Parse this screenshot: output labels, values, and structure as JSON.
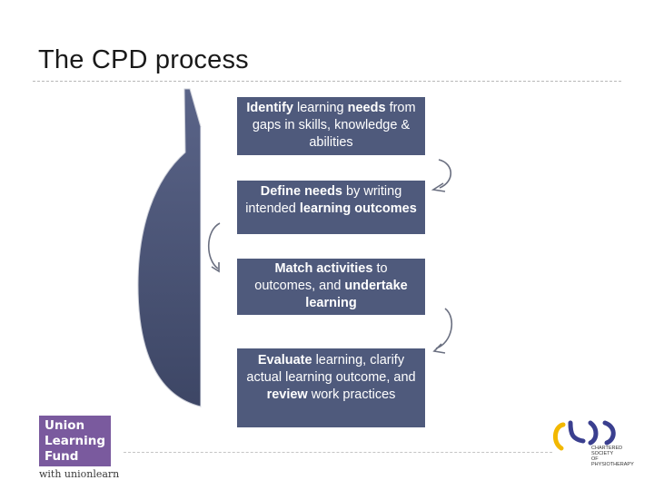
{
  "title": "The CPD process",
  "steps": [
    {
      "id": "s1",
      "runs": [
        {
          "t": "Identify",
          "b": true
        },
        {
          "t": " learning ",
          "b": false
        },
        {
          "t": "needs",
          "b": true
        },
        {
          "t": " from gaps in skills, knowledge & abilities",
          "b": false
        }
      ]
    },
    {
      "id": "s2",
      "runs": [
        {
          "t": "Define needs",
          "b": true
        },
        {
          "t": " by writing intended ",
          "b": false
        },
        {
          "t": "learning outcomes",
          "b": true
        }
      ]
    },
    {
      "id": "s3",
      "runs": [
        {
          "t": "Match activities",
          "b": true
        },
        {
          "t": " to outcomes, and ",
          "b": false
        },
        {
          "t": "undertake learning",
          "b": true
        }
      ]
    },
    {
      "id": "s4",
      "runs": [
        {
          "t": "Evaluate",
          "b": true
        },
        {
          "t": " learning, clarify actual learning outcome, and ",
          "b": false
        },
        {
          "t": "review",
          "b": true
        },
        {
          "t": " work practices",
          "b": false
        }
      ]
    }
  ],
  "logos": {
    "union_learning_fund": {
      "line1": "Union",
      "line2": "Learning",
      "line3": "Fund",
      "tagline": "with unionlearn",
      "color": "#7a5a9e"
    },
    "csp": {
      "line1": "Chartered",
      "line2": "Society",
      "line3": "of",
      "line4": "Physiotherapy",
      "colors": [
        "#f2b800",
        "#3a3f8f"
      ]
    }
  },
  "colors": {
    "box": "#4f5a7c",
    "big_arrow": "#4b5577"
  }
}
